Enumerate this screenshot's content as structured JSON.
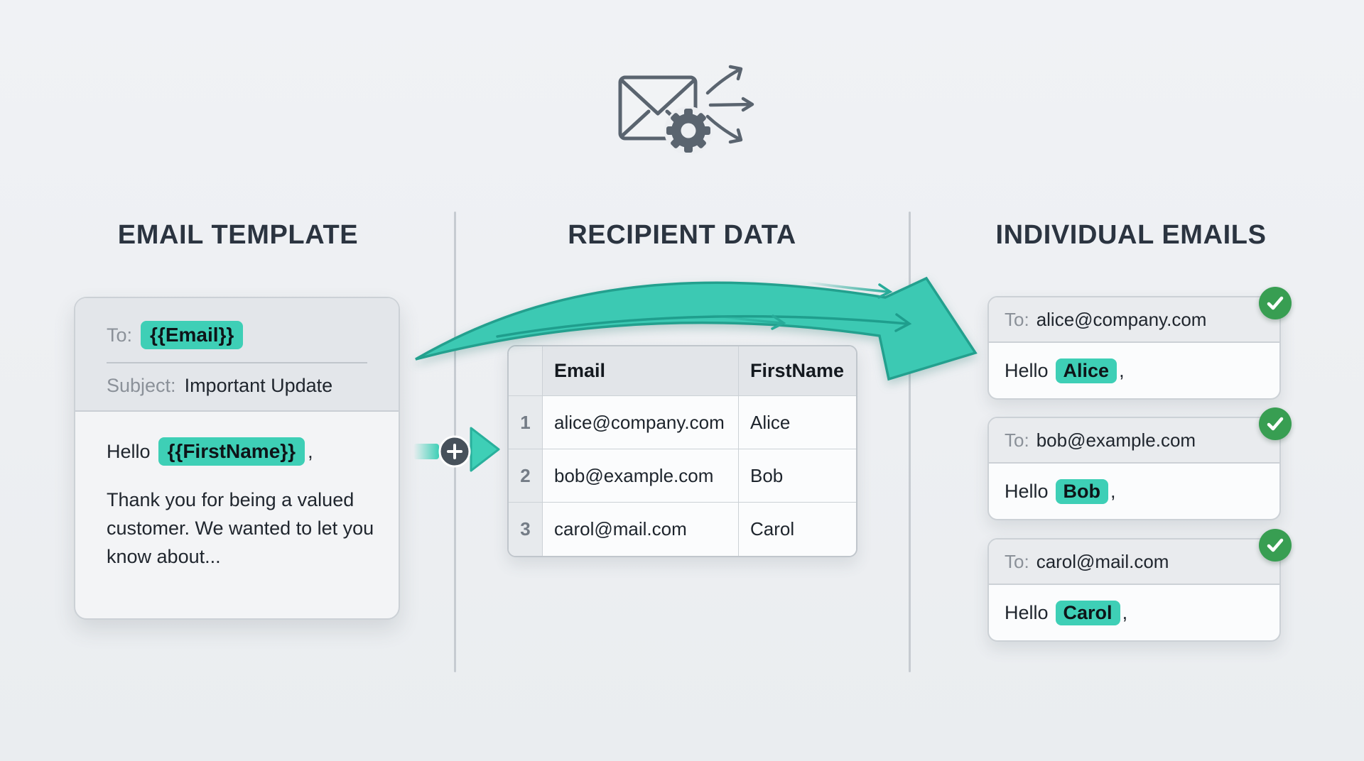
{
  "colors": {
    "background": "#edeff2",
    "heading": "#2b3440",
    "teal_highlight": "#3ecfb6",
    "teal_arrow": "#3cc9b3",
    "teal_arrow_outline": "#23a08e",
    "green_check": "#389e52",
    "slate_icon": "#5a646f",
    "gray_label": "#8b9199"
  },
  "icons": {
    "hero": "envelope-gear-fanout-icon",
    "connector": "plus-merge-icon",
    "status": "check-icon"
  },
  "sections": {
    "template": {
      "heading": "EMAIL TEMPLATE",
      "card": {
        "to_label": "To:",
        "to_token": "{{Email}}",
        "subject_label": "Subject:",
        "subject_value": "Important Update",
        "greeting_prefix": "Hello",
        "greeting_token": "{{FirstName}}",
        "greeting_suffix": ",",
        "body_text": "Thank you for being a valued customer. We wanted to let you know about..."
      }
    },
    "recipients": {
      "heading": "RECIPIENT DATA",
      "table": {
        "headers": [
          "Email",
          "FirstName"
        ],
        "rows": [
          {
            "num": "1",
            "email": "alice@company.com",
            "first_name": "Alice"
          },
          {
            "num": "2",
            "email": "bob@example.com",
            "first_name": "Bob"
          },
          {
            "num": "3",
            "email": "carol@mail.com",
            "first_name": "Carol"
          }
        ]
      }
    },
    "individual": {
      "heading": "INDIVIDUAL EMAILS",
      "emails": [
        {
          "to_label": "To:",
          "address": "alice@company.com",
          "greeting_prefix": "Hello",
          "name": "Alice",
          "greeting_suffix": ","
        },
        {
          "to_label": "To:",
          "address": "bob@example.com",
          "greeting_prefix": "Hello",
          "name": "Bob",
          "greeting_suffix": ","
        },
        {
          "to_label": "To:",
          "address": "carol@mail.com",
          "greeting_prefix": "Hello",
          "name": "Carol",
          "greeting_suffix": ","
        }
      ]
    }
  }
}
